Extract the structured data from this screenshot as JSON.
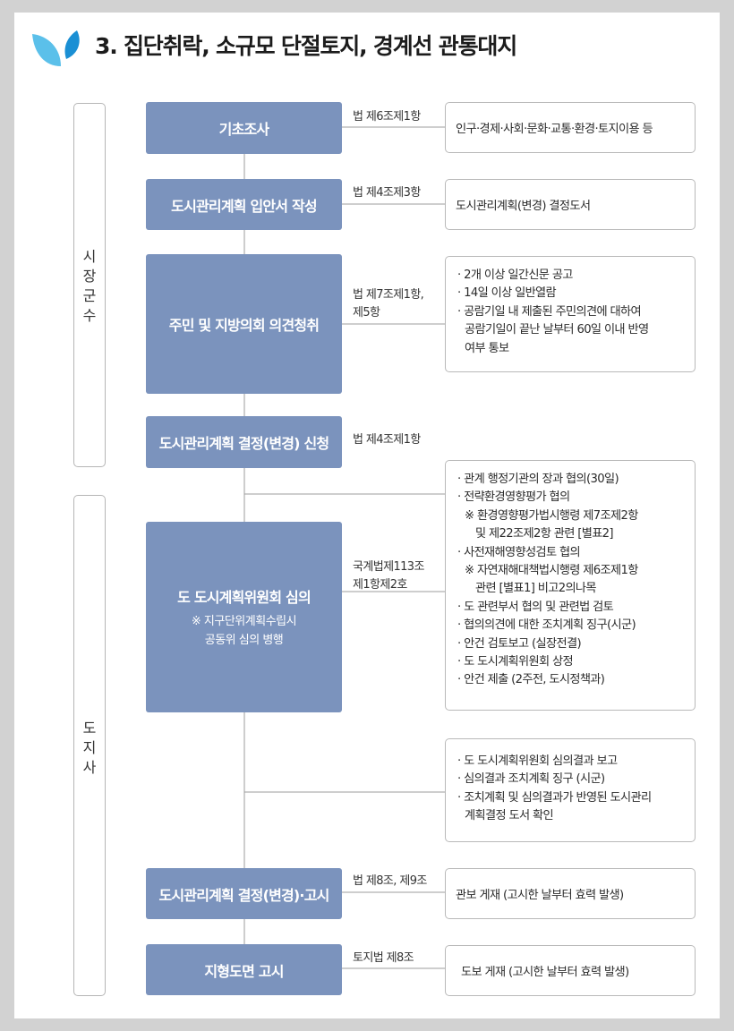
{
  "title": "3. 집단취락, 소규모 단절토지, 경계선 관통대지",
  "icons": {
    "logo": "leaf-logo-icon"
  },
  "colors": {
    "step_fill": "#7b93bd",
    "logo_light": "#5bc0ea",
    "logo_dark": "#1a8fd4"
  },
  "side_labels": [
    {
      "chars": [
        "시",
        "장",
        "군",
        "수"
      ]
    },
    {
      "chars": [
        "도",
        "지",
        "사"
      ]
    }
  ],
  "steps": [
    {
      "label": "기초조사",
      "law": [
        "법 제6조제1항"
      ],
      "details": [
        "인구·경제·사회·문화·교통·환경·토지이용 등"
      ]
    },
    {
      "label": "도시관리계획 입안서 작성",
      "law": [
        "법 제4조제3항"
      ],
      "details": [
        "도시관리계획(변경) 결정도서"
      ]
    },
    {
      "label": "주민 및 지방의회 의견청취",
      "law": [
        "법 제7조제1항,",
        "제5항"
      ],
      "details": [
        "· 2개 이상 일간신문 공고",
        "· 14일 이상 일반열람",
        "· 공람기일 내 제출된 주민의견에 대하여",
        "  공람기일이 끝난 날부터 60일 이내  반영",
        "  여부 통보"
      ]
    },
    {
      "label": "도시관리계획 결정(변경) 신청",
      "law": [
        "법 제4조제1항"
      ],
      "details": []
    },
    {
      "label": "도 도시계획위원회 심의",
      "notes": [
        "※ 지구단위계획수립시",
        "공동위 심의 병행"
      ],
      "law": [
        "국계법제113조",
        "제1항제2호"
      ],
      "details": [
        "· 관계 행정기관의 장과 협의(30일)",
        "· 전략환경영향평가 협의",
        "  ※ 환경영향평가법시행령 제7조제2항",
        "     및 제22조제2항 관련 [별표2]",
        "· 사전재해영향성검토 협의",
        "  ※ 자연재해대책법시행령 제6조제1항",
        "     관련 [별표1] 비고2의나목",
        "· 도 관련부서 협의 및 관련법 검토",
        "· 협의의견에 대한 조치계획 징구(시군)",
        "· 안건 검토보고 (실장전결)",
        "· 도 도시계획위원회  상정",
        "· 안건 제출 (2주전, 도시정책과)"
      ]
    },
    {
      "label": "",
      "law": [],
      "details": [
        "· 도 도시계획위원회 심의결과 보고",
        "· 심의결과 조치계획 징구 (시군)",
        "· 조치계획 및 심의결과가 반영된 도시관리",
        "  계획결정 도서 확인"
      ]
    },
    {
      "label": "도시관리계획 결정(변경)·고시",
      "law": [
        "법 제8조, 제9조"
      ],
      "details": [
        "관보 게재 (고시한 날부터 효력 발생)"
      ]
    },
    {
      "label": "지형도면 고시",
      "law": [
        "토지법 제8조"
      ],
      "details": [
        "도보 게재 (고시한 날부터 효력 발생)"
      ]
    }
  ]
}
